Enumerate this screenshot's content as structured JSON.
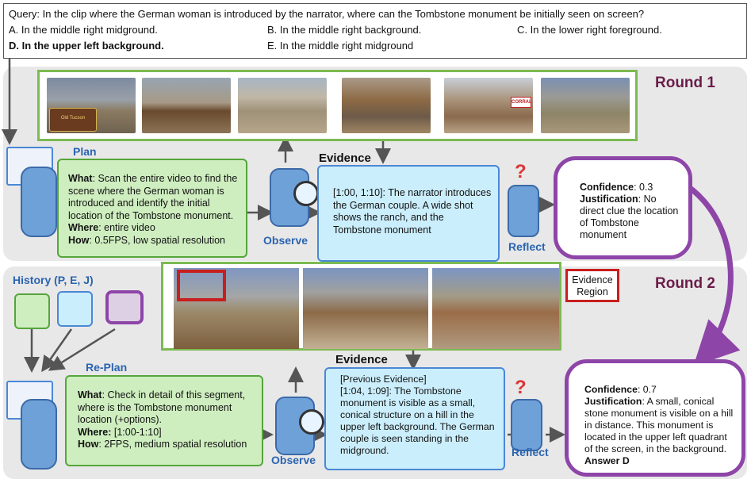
{
  "query": {
    "text": "Query: In the clip where the German woman is introduced by the narrator, where can the Tombstone monument be initially seen on screen?",
    "options": {
      "a": "A. In the middle right midground.",
      "b": "B. In the middle right background.",
      "c": "C. In the lower right foreground.",
      "d": "D. In the upper left background.",
      "e": "E. In the middle right midground"
    }
  },
  "round1": {
    "title": "Round 1",
    "plan_label": "Plan",
    "plan": {
      "what_k": "What",
      "what_v": ": Scan the entire video to find the scene where the German woman is introduced and identify the initial location of the Tombstone monument.",
      "where_k": "Where",
      "where_v": ": entire video",
      "how_k": "How",
      "how_v": ": 0.5FPS, low spatial resolution"
    },
    "observe_label": "Observe",
    "evidence_label": "Evidence",
    "evidence_text": "[1:00, 1:10]: The narrator introduces the German couple. A wide shot shows the ranch, and the Tombstone monument",
    "reflect_label": "Reflect",
    "confidence_k": "Confidence",
    "confidence_v": ": 0.3",
    "justification_k": "Justification",
    "justification_v": ": No direct clue the location of Tombstone monument"
  },
  "round2": {
    "title": "Round 2",
    "history_label": "History (P, E, J)",
    "replan_label": "Re-Plan",
    "plan": {
      "what_k": "What",
      "what_v": ": Check in detail of this segment, where is the Tombstone monument location (+options).",
      "where_k": "Where:",
      "where_v": " [1:00-1:10]",
      "how_k": "How",
      "how_v": ": 2FPS, medium spatial resolution"
    },
    "observe_label": "Observe",
    "evidence_label": "Evidence",
    "evidence_text": "[Previous Evidence]\n[1:04, 1:09]: The Tombstone monument is visible as a small, conical structure on a hill in the upper left background. The German couple is seen standing in the midground.",
    "evidence_region_label": "Evidence Region",
    "reflect_label": "Reflect",
    "confidence_k": "Confidence",
    "confidence_v": ": 0.7",
    "justification_k": "Justification",
    "justification_v": ": A small, conical stone monument is visible on a hill in distance. This monument is located in the upper left quadrant of the screen, in the background. ",
    "answer": "Answer D"
  },
  "logo_text": "Old Tucson",
  "sign_text": "CORRAL",
  "colors": {
    "green": "#55a53a",
    "blue": "#4a88d6",
    "purple": "#8e45a8",
    "round_title": "#6b1d4a",
    "label_blue": "#2a64b0",
    "evidence_region": "#c81e1e"
  }
}
